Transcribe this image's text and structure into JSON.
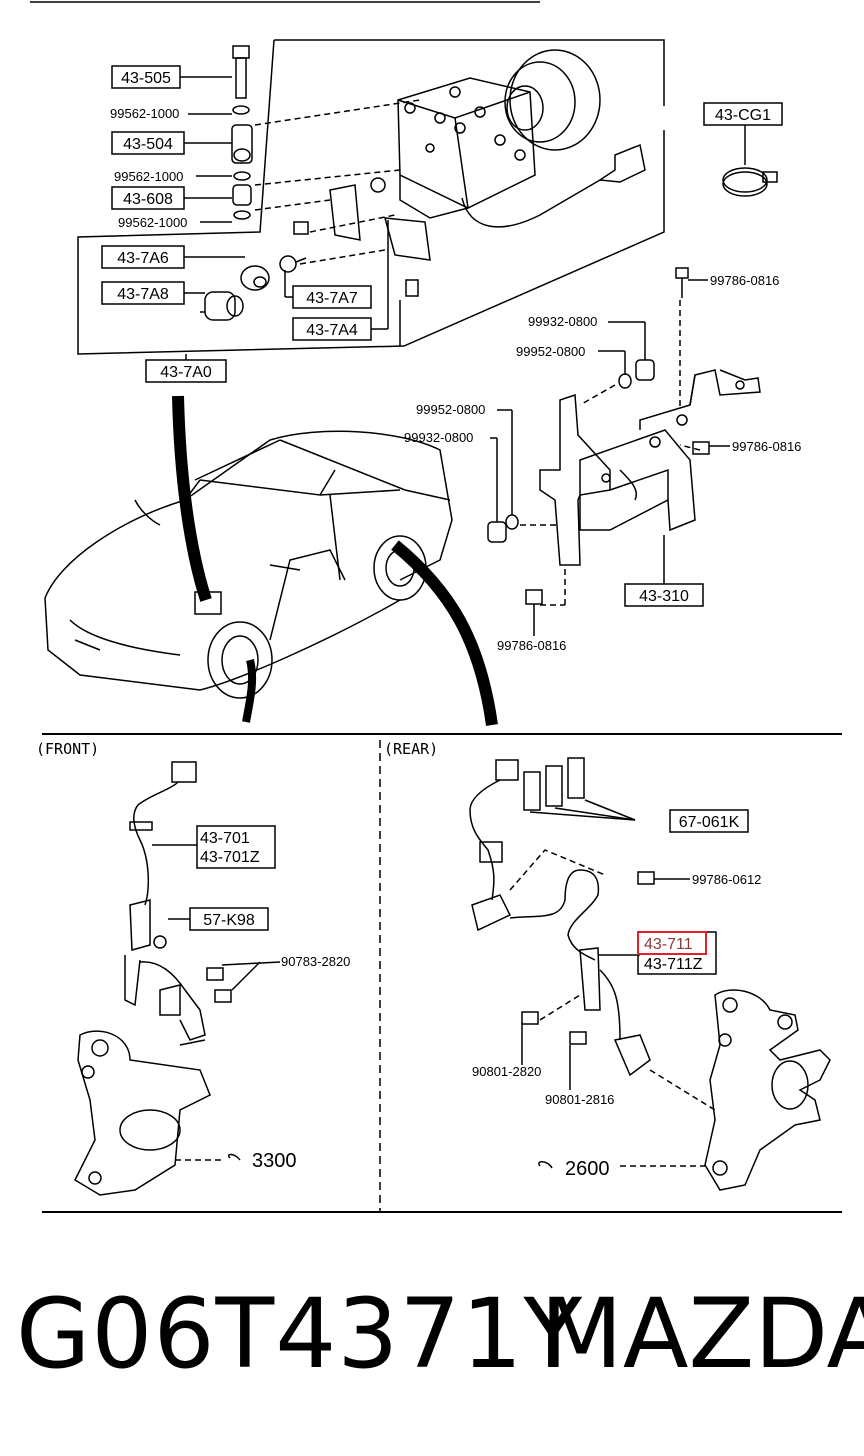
{
  "labels": {
    "p43_505": "43-505",
    "p99562_1": "99562-1000",
    "p43_504": "43-504",
    "p99562_2": "99562-1000",
    "p43_608": "43-608",
    "p99562_3": "99562-1000",
    "p43_7A6": "43-7A6",
    "p43_7A8": "43-7A8",
    "p43_7A7": "43-7A7",
    "p43_7A4": "43-7A4",
    "p43_7A0": "43-7A0",
    "p43_CG1": "43-CG1",
    "p99786_a": "99786-0816",
    "p99932_a": "99932-0800",
    "p99952_a": "99952-0800",
    "p99952_b": "99952-0800",
    "p99932_b": "99932-0800",
    "p99786_b": "99786-0816",
    "p43_310": "43-310",
    "p99786_c": "99786-0816",
    "p43_701": "43-701",
    "p43_701Z": "43-701Z",
    "p57_K98": "57-K98",
    "p90783": "90783-2820",
    "p67_061K": "67-061K",
    "p99786_0612": "99786-0612",
    "p43_711": "43-711",
    "p43_711Z": "43-711Z",
    "p90801_2820": "90801-2820",
    "p90801_2816": "90801-2816",
    "ref3300": "3300",
    "ref2600": "2600"
  },
  "sections": {
    "front": "(FRONT)",
    "rear": "(REAR)"
  },
  "footer": {
    "part_number": "G06T4371Y",
    "brand": "MAZDA"
  },
  "colors": {
    "line": "#000000",
    "highlight_box": "#e0202a",
    "highlight_text": "#8a3a3a"
  }
}
